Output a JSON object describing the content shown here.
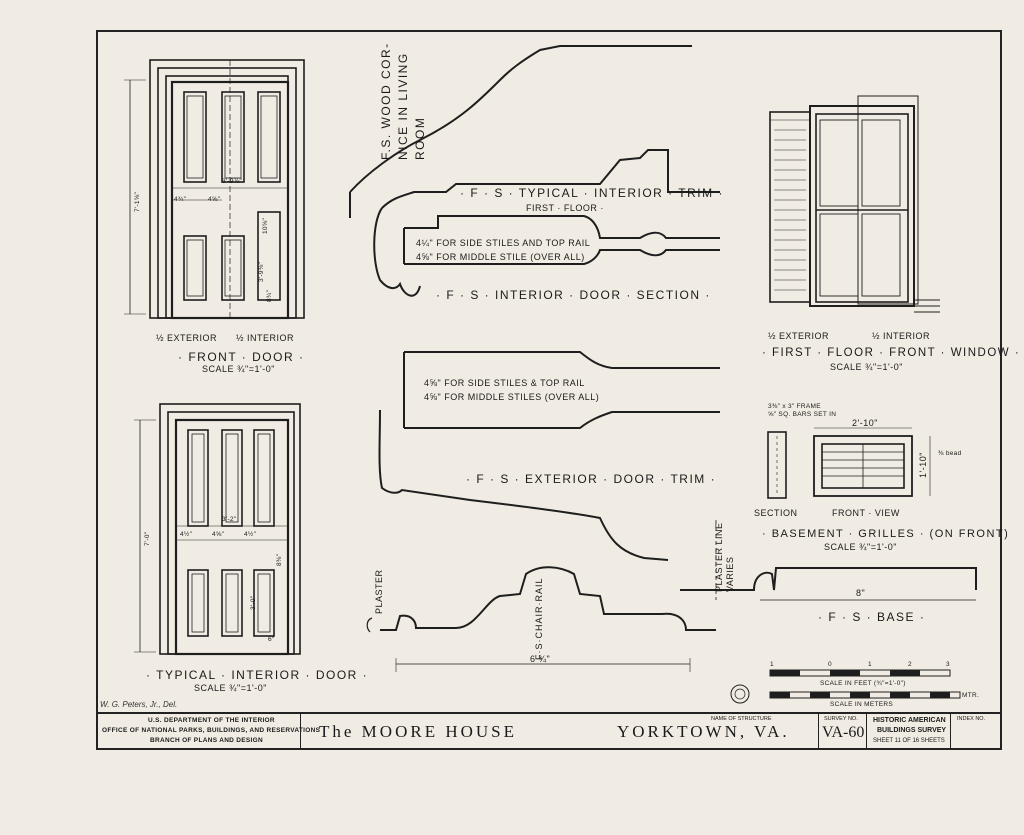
{
  "sheet": {
    "vertical_note_left": [
      "F.S. WOOD COR-",
      "NICE IN LIVING",
      "ROOM"
    ],
    "front_door": {
      "caption_left": "½ EXTERIOR",
      "caption_right": "½ INTERIOR",
      "title": "· FRONT · DOOR ·",
      "scale": "SCALE ¾\"=1'-0\"",
      "dims": [
        "7'-1⅝\"",
        "3'-9⅞\"",
        "4¾\"",
        "4⅝\"",
        "10⅝\"",
        "3'-9⅜\"",
        "8¾\""
      ]
    },
    "interior_door": {
      "title": "· TYPICAL · INTERIOR · DOOR ·",
      "scale": "SCALE ¾\"=1'-0\"",
      "dims": [
        "7'-0\"",
        "3'-2\"",
        "4½\"",
        "4⅝\"",
        "4½\"",
        "8⅜\"",
        "3'-0\"",
        "6\""
      ]
    },
    "trim": {
      "typical_title": "· F · S · TYPICAL · INTERIOR · TRIM ·",
      "typical_sub": "FIRST · FLOOR ·",
      "door_note1": "4¼\" FOR SIDE STILES AND TOP RAIL",
      "door_note2": "4⅝\" FOR MIDDLE STILE (OVER ALL)",
      "door_section_title": "· F · S · INTERIOR · DOOR · SECTION ·",
      "ext_note1": "4⅝\" FOR SIDE STILES & TOP RAIL",
      "ext_note2": "4⅝\" FOR MIDDLE STILES (OVER ALL)",
      "ext_title": "· F · S · EXTERIOR · DOOR · TRIM ·",
      "plaster": "PLASTER",
      "chair_rail": "F·S·CHAIR·RAIL",
      "chair_dim": "6 ¾\""
    },
    "window": {
      "caption_left": "½ EXTERIOR",
      "caption_right": "½ INTERIOR",
      "title": "· FIRST · FLOOR · FRONT · WINDOW ·",
      "scale": "SCALE ¾\"=1'-0\""
    },
    "grilles": {
      "frame_note1": "3⅜\" x 3\" FRAME",
      "frame_note2": "⅝\" SQ. BARS SET IN",
      "dim_w": "2'-10\"",
      "dim_h": "1'-10\"",
      "bead": "⅜ bead",
      "section": "SECTION",
      "front_view": "FRONT · VIEW",
      "title": "· BASEMENT · GRILLES · (ON FRONT)",
      "scale": "SCALE ¾\"=1'-0\""
    },
    "base": {
      "plaster_line": [
        "PLASTER LINE",
        "VARIES"
      ],
      "dim": "8\"",
      "title": "· F · S · BASE ·"
    },
    "scale_bar": {
      "feet_label": "SCALE IN FEET (¾\"=1'-0\")",
      "meter_label": "SCALE IN METERS",
      "feet_ticks": [
        "1",
        "0",
        "1",
        "2",
        "3"
      ],
      "meter_unit": "MTR."
    },
    "delineator": "W. G. Peters, Jr., Del."
  },
  "title_block": {
    "agency": [
      "U.S. DEPARTMENT OF THE INTERIOR",
      "OFFICE OF NATIONAL PARKS, BUILDINGS, AND RESERVATIONS",
      "BRANCH OF PLANS AND DESIGN"
    ],
    "name_label": "NAME OF STRUCTURE",
    "structure": "The MOORE HOUSE",
    "location": "YORKTOWN, VA.",
    "survey_label": "SURVEY NO.",
    "survey_no": "VA-60",
    "habs": [
      "HISTORIC AMERICAN",
      "BUILDINGS SURVEY"
    ],
    "sheet": "SHEET 11 OF 16 SHEETS",
    "index_label": "INDEX NO."
  }
}
